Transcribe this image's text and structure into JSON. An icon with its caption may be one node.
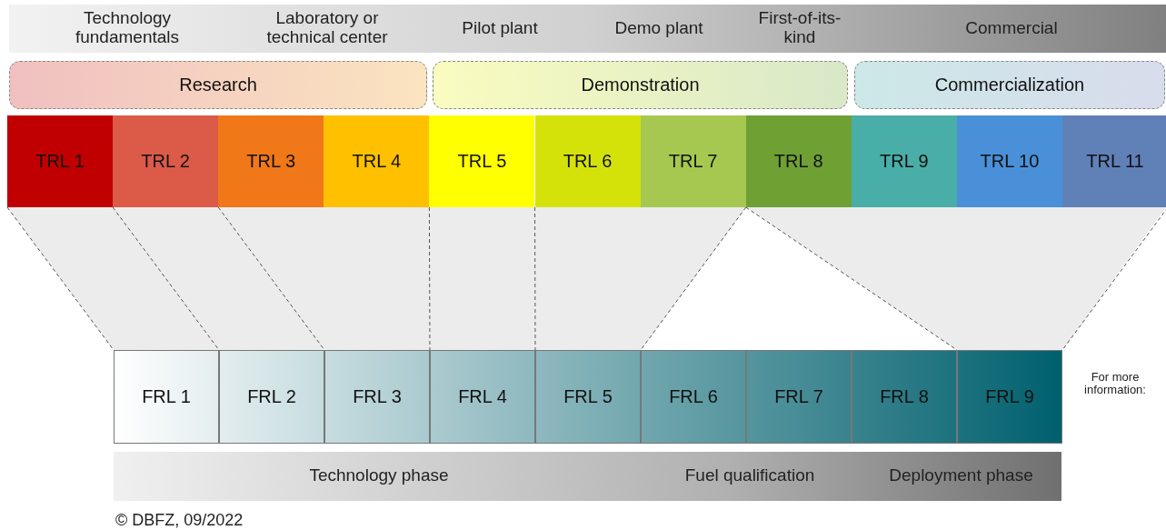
{
  "diagram": {
    "nodes": [
      {
        "text": [
          "Research"
        ]
      },
      {
        "text": [
          "Demonstration"
        ]
      },
      {
        "text": [
          "Commercialization"
        ]
      },
      {
        "text": [
          "TRL 1"
        ]
      },
      {
        "text": [
          "TRL 2"
        ]
      },
      {
        "text": [
          "TRL 3"
        ]
      },
      {
        "text": [
          "TRL 4"
        ]
      },
      {
        "text": [
          "TRL 5"
        ]
      },
      {
        "text": [
          "TRL 6"
        ]
      },
      {
        "text": [
          "TRL 7"
        ]
      },
      {
        "text": [
          "TRL 8"
        ]
      },
      {
        "text": [
          "TRL 9"
        ]
      },
      {
        "text": [
          "TRL 10"
        ]
      },
      {
        "text": [
          "TRL 11"
        ]
      },
      {
        "text": [
          "FRL 1"
        ]
      },
      {
        "text": [
          "FRL 2"
        ]
      },
      {
        "text": [
          "FRL 3"
        ]
      },
      {
        "text": [
          "FRL 4"
        ]
      },
      {
        "text": [
          "FRL 5"
        ]
      },
      {
        "text": [
          "FRL 6"
        ]
      },
      {
        "text": [
          "FRL 7"
        ]
      },
      {
        "text": [
          "FRL 8"
        ]
      },
      {
        "text": [
          "FRL 9"
        ]
      }
    ],
    "edges": [
      {
        "from": 3,
        "to": 14,
        "arrow": "none",
        "style": "dashed"
      },
      {
        "from": 4,
        "to": 15,
        "arrow": "none",
        "style": "dashed"
      },
      {
        "from": 5,
        "to": 16,
        "arrow": "none",
        "style": "dashed"
      },
      {
        "from": 7,
        "to": 17,
        "arrow": "none",
        "style": "dashed"
      },
      {
        "from": 8,
        "to": 18,
        "arrow": "none",
        "style": "dashed"
      },
      {
        "from": 10,
        "to": 19,
        "arrow": "none",
        "style": "dashed"
      },
      {
        "from": 10,
        "to": 22,
        "arrow": "none",
        "style": "dashed"
      },
      {
        "from": 13,
        "to": 22,
        "arrow": "none",
        "style": "dashed"
      }
    ],
    "labels": [
      "Technology fundamentals",
      "Laboratory or technical center",
      "Pilot plant",
      "Demo plant",
      "First-of-its-kind",
      "Commercial",
      "For more information:",
      "Technology phase",
      "Fuel qualification",
      "Deployment phase",
      "© DBFZ, 09/2022"
    ]
  }
}
